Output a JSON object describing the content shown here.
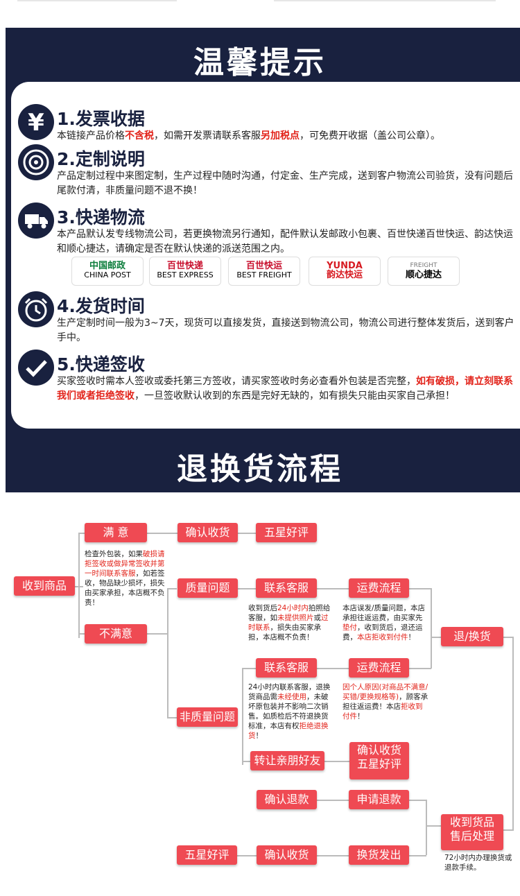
{
  "tips": {
    "title": "温馨提示",
    "sections": [
      {
        "icon": "yen-icon",
        "heading": "1.发票收据",
        "body_parts": [
          "本链接产品价格",
          "不含税",
          "，如需开发票请联系客服",
          "另加税点",
          "，可免费开收据（盖公司公章）。"
        ]
      },
      {
        "icon": "disc-icon",
        "heading": "2.定制说明",
        "body": "产品定制过程中来图定制，生产过程中随时沟通，付定金、生产完成，送到客户物流公司验货，没有问题后尾款付清，非质量问题不退不换！"
      },
      {
        "icon": "truck-icon",
        "heading": "3.快递物流",
        "body": "本产品默认发专线物流公司，若更换物流另行通知，配件默认发邮政小包裹、百世快递百世快运、韵达快运和顺心捷达，请确定是否在默认快递的派送范围之内。"
      },
      {
        "icon": "alarm-clock-icon",
        "heading": "4.发货时间",
        "body": "生产定制时间一般为3~7天，现货可以直接发货，直接送到物流公司，物流公司进行整体发货后，送到客户手中。"
      },
      {
        "icon": "checkmark-icon",
        "heading": "5.快递签收",
        "body_parts": [
          "买家签收时需本人签收或委托第三方签收，请买家签收时务必查看外包装是否完整，",
          "如有破损，请立刻联系我们或者拒绝签收",
          "，一旦签收默认收到的东西是完好无缺的，如有损失只能由买家自己承担！"
        ]
      }
    ],
    "logos": [
      {
        "cn": "中国邮政",
        "en": "CHINA POST"
      },
      {
        "cn": "百世快递",
        "en": "BEST EXPRESS"
      },
      {
        "cn": "百世快运",
        "en": "BEST FREIGHT"
      },
      {
        "cn": "韵达快运",
        "en": "YUNDA"
      },
      {
        "cn": "顺心捷达",
        "en": "FREIGHT"
      }
    ]
  },
  "flow": {
    "title": "退换货流程",
    "boxes": {
      "received": "收到商品",
      "satisfied": "满 意",
      "confirm_receipt": "确认收货",
      "five_star": "五星好评",
      "unsatisfied": "不满意",
      "quality_issue": "质量问题",
      "contact_cs1": "联系客服",
      "shipping_flow1": "运费流程",
      "non_quality_issue": "非质量问题",
      "contact_cs2": "联系客服",
      "shipping_flow2": "运费流程",
      "transfer_friends": "转让亲朋好友",
      "confirm_receipt2_l1": "确认收货",
      "confirm_receipt2_l2": "五星好评",
      "return_exchange": "退/换货",
      "confirm_refund": "确认退款",
      "apply_refund": "申请退款",
      "received_goods_l1": "收到货品",
      "received_goods_l2": "售后处理",
      "five_star2": "五星好评",
      "confirm_receipt3": "确认收货",
      "exchange_ship": "换货发出"
    },
    "notes": {
      "inspect": [
        "检查外包装，如果",
        "破损请拒签收或做异常签收并第一时间联系客服",
        "，如若签收，物品缺少损坏，损失由买家承担，本店概不负责！"
      ],
      "quality_cs": [
        "收到货后",
        "24小时内",
        "拍照给客服，如",
        "未提供照片",
        "或",
        "过时联系",
        "，损失由买家承担，本店概不负责！"
      ],
      "quality_fee": [
        "本店误发/质量问题，本店承担往返运费，由买家先",
        "垫付",
        "，收到货后，退还运费，",
        "本店拒收到付件",
        "！"
      ],
      "nonq_cs": [
        "24小时内联系客服，退换货商品需",
        "未经使用",
        "，未破坏原包装并不影响二次销售。如质检后不符退换货标准，本店有权",
        "拒绝退换货",
        "！"
      ],
      "nonq_fee": [
        "因个人原因(对商品不满意/买错/更换规格等)",
        "，顾客承担往返运费！本店",
        "拒收到付件",
        "！"
      ],
      "after_sale": "72小时内办理换货或退款手续。"
    }
  }
}
